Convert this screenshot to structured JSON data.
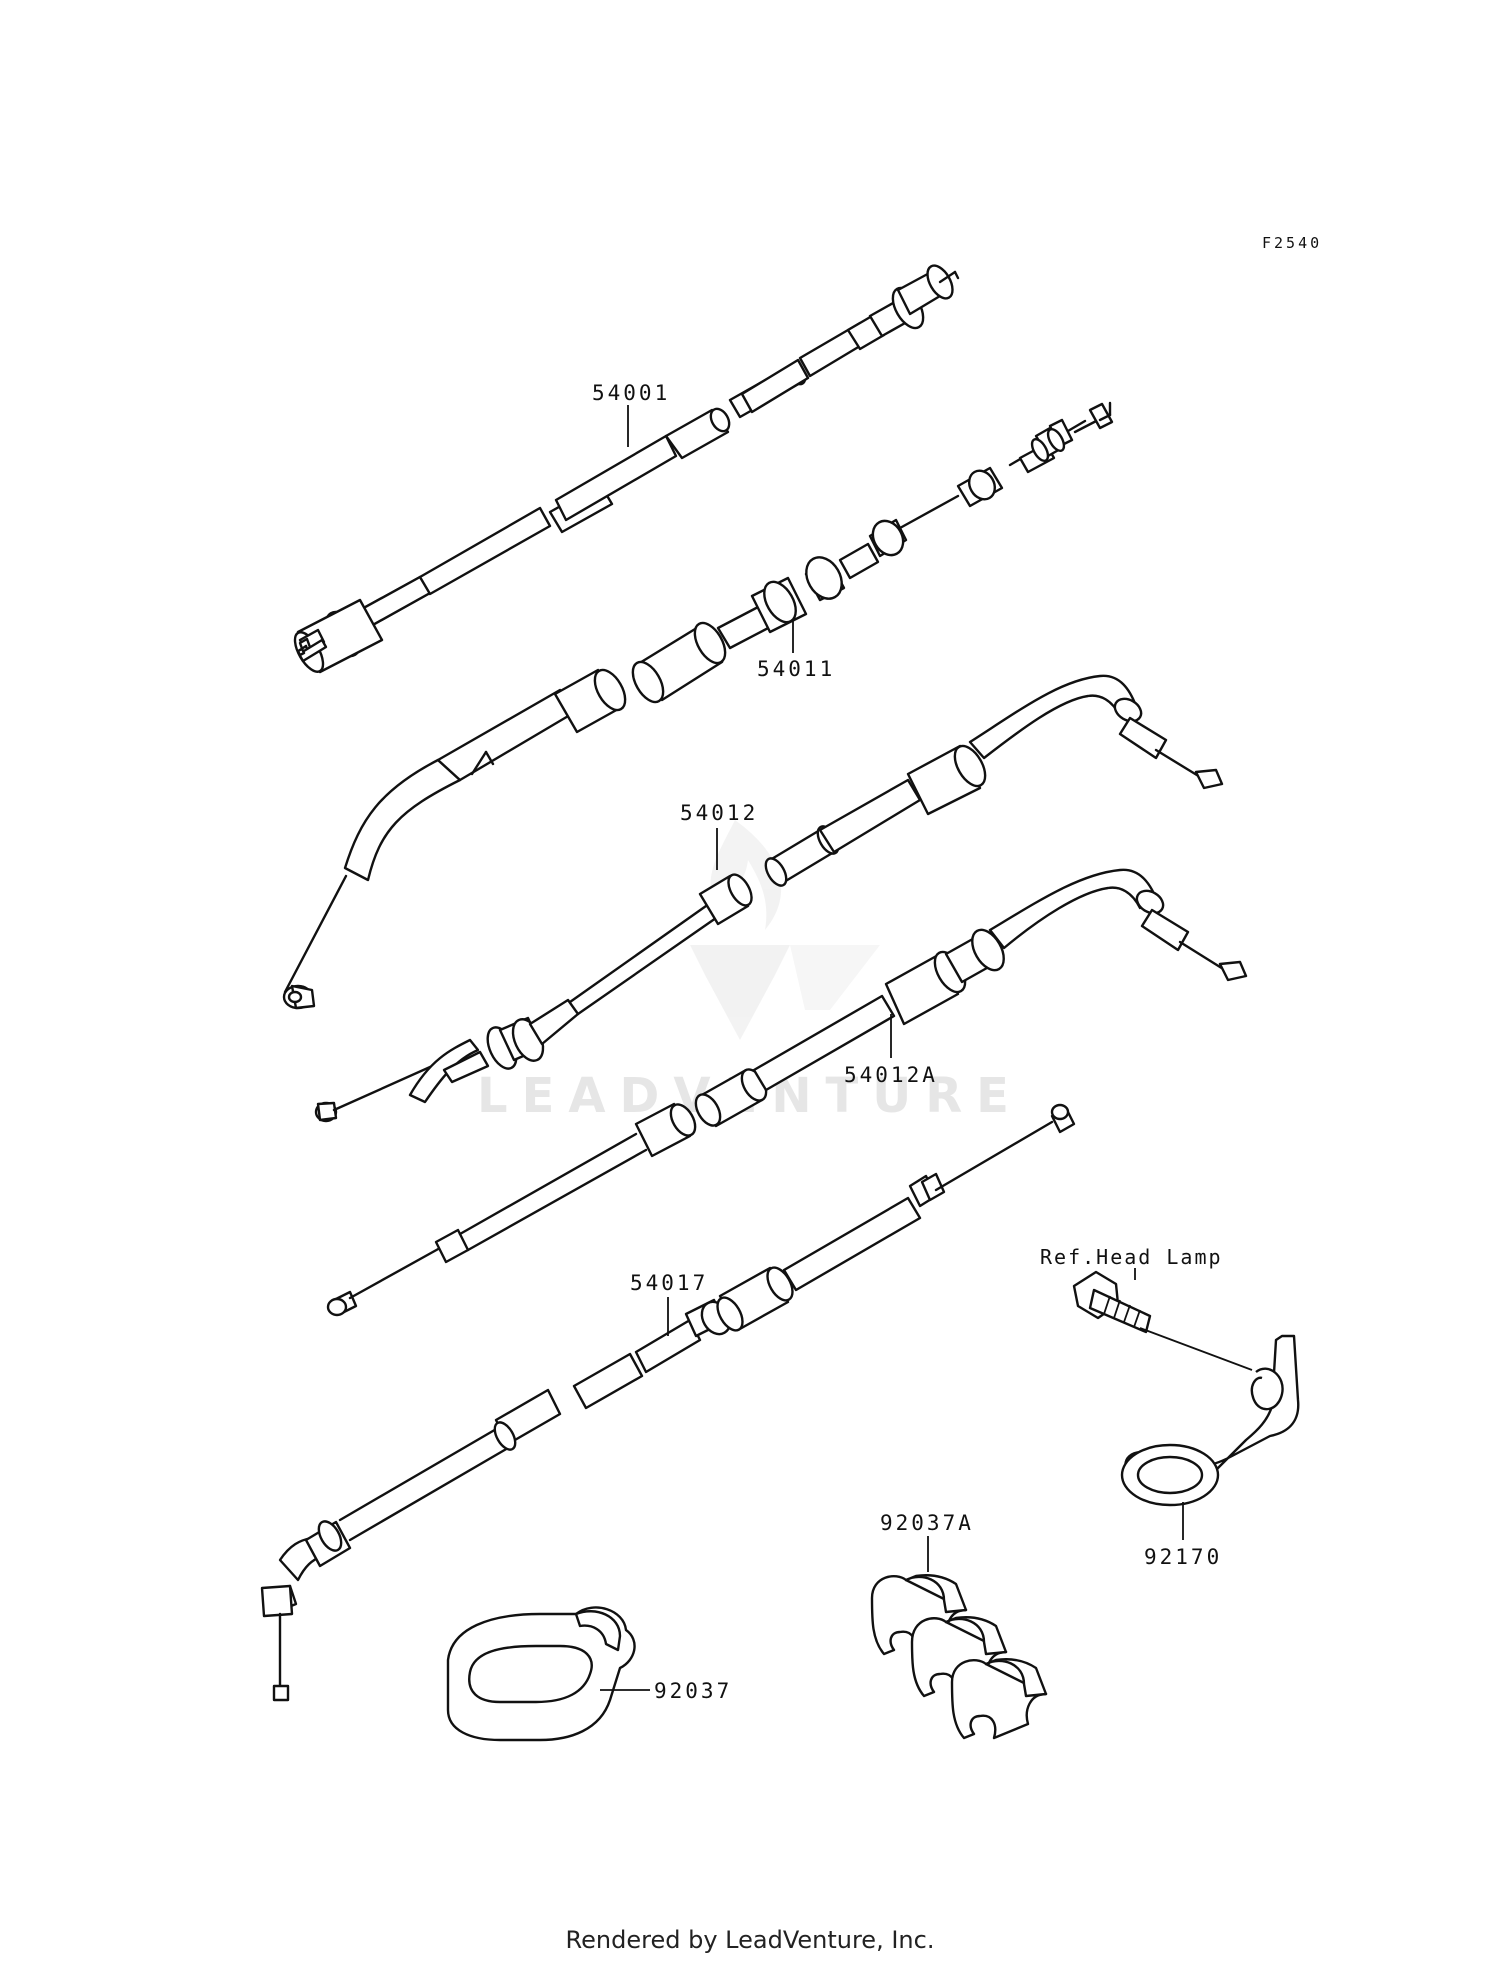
{
  "diagram": {
    "code": "F2540",
    "colors": {
      "line": "#111111",
      "background": "#ffffff",
      "watermark": "#e6e6e6"
    },
    "watermark": {
      "text": "LEADVENTURE"
    },
    "parts": {
      "p54001": "54001",
      "p54011": "54011",
      "p54012": "54012",
      "p54012A": "54012A",
      "p54017": "54017",
      "ref_head_lamp": "Ref.Head Lamp",
      "p92170": "92170",
      "p92037A": "92037A",
      "p92037": "92037"
    },
    "footer": "Rendered by LeadVenture, Inc."
  }
}
